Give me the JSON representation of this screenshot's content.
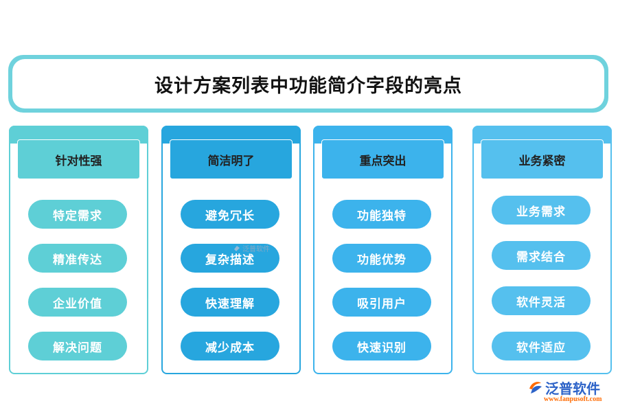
{
  "title": "设计方案列表中功能简介字段的亮点",
  "columns": [
    {
      "header": "针对性强",
      "items": [
        "特定需求",
        "精准传达",
        "企业价值",
        "解决问题"
      ]
    },
    {
      "header": "简洁明了",
      "items": [
        "避免冗长",
        "复杂描述",
        "快速理解",
        "减少成本"
      ]
    },
    {
      "header": "重点突出",
      "items": [
        "功能独特",
        "功能优势",
        "吸引用户",
        "快速识别"
      ]
    },
    {
      "header": "业务紧密",
      "items": [
        "业务需求",
        "需求结合",
        "软件灵活",
        "软件适应"
      ]
    }
  ],
  "watermark": "泛普软件",
  "logo": {
    "name": "泛普软件",
    "url": "www.fanpusoft.com"
  },
  "colors": {
    "teal": "#5ecfd6",
    "blue": "#27a6de",
    "sky": "#3cb3ec",
    "light_blue": "#55c0ee"
  }
}
